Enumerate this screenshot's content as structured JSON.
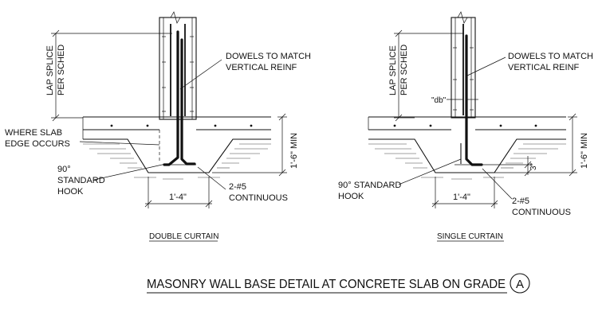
{
  "left_detail": {
    "lap_splice_line1": "LAP SPLICE",
    "lap_splice_line2": "PER SCHED",
    "dowels_line1": "DOWELS TO MATCH",
    "dowels_line2": "VERTICAL REINF",
    "slab_edge_line1": "WHERE SLAB",
    "slab_edge_line2": "EDGE OCCURS",
    "hook_line1": "90°",
    "hook_line2": "STANDARD",
    "hook_line3": "HOOK",
    "width_dim": "1'-4\"",
    "depth_dim": "1'-6\" MIN",
    "bars_line1": "2-#5",
    "bars_line2": "CONTINUOUS",
    "caption": "DOUBLE CURTAIN"
  },
  "right_detail": {
    "lap_splice_line1": "LAP SPLICE",
    "lap_splice_line2": "PER SCHED",
    "dowels_line1": "DOWELS TO MATCH",
    "dowels_line2": "VERTICAL REINF",
    "db_label": "\"db\"",
    "hook_line1": "90° STANDARD",
    "hook_line2": "HOOK",
    "width_dim": "1'-4\"",
    "cover_dim": "3\"",
    "depth_dim": "1'-6\" MIN",
    "bars_line1": "2-#5",
    "bars_line2": "CONTINUOUS",
    "caption": "SINGLE CURTAIN"
  },
  "title": "MASONRY WALL BASE DETAIL AT CONCRETE SLAB ON GRADE",
  "detail_mark": "A"
}
